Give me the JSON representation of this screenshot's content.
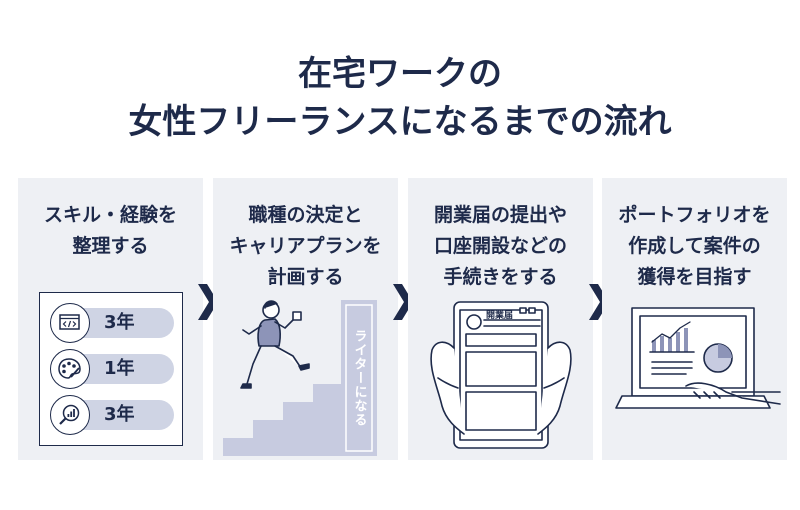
{
  "title": {
    "line1": "在宅ワークの",
    "line2": "女性フリーランスになるまでの流れ"
  },
  "steps": [
    {
      "lines": [
        "スキル・経験を",
        "整理する"
      ]
    },
    {
      "lines": [
        "職種の決定と",
        "キャリアプランを",
        "計画する"
      ]
    },
    {
      "lines": [
        "開業届の提出や",
        "口座開設などの",
        "手続きをする"
      ]
    },
    {
      "lines": [
        "ポートフォリオを",
        "作成して案件の",
        "獲得を目指す"
      ]
    }
  ],
  "skills": [
    {
      "icon": "code-window-icon",
      "years": "3年"
    },
    {
      "icon": "palette-icon",
      "years": "1年"
    },
    {
      "icon": "magnifier-chart-icon",
      "years": "3年"
    }
  ],
  "writer_sign": "ライターになる",
  "form_title": "開業届",
  "colors": {
    "navy": "#1e2a4a",
    "panel": "#eef0f4",
    "pill": "#cfd4e4",
    "stair": "#c7cbe0"
  }
}
